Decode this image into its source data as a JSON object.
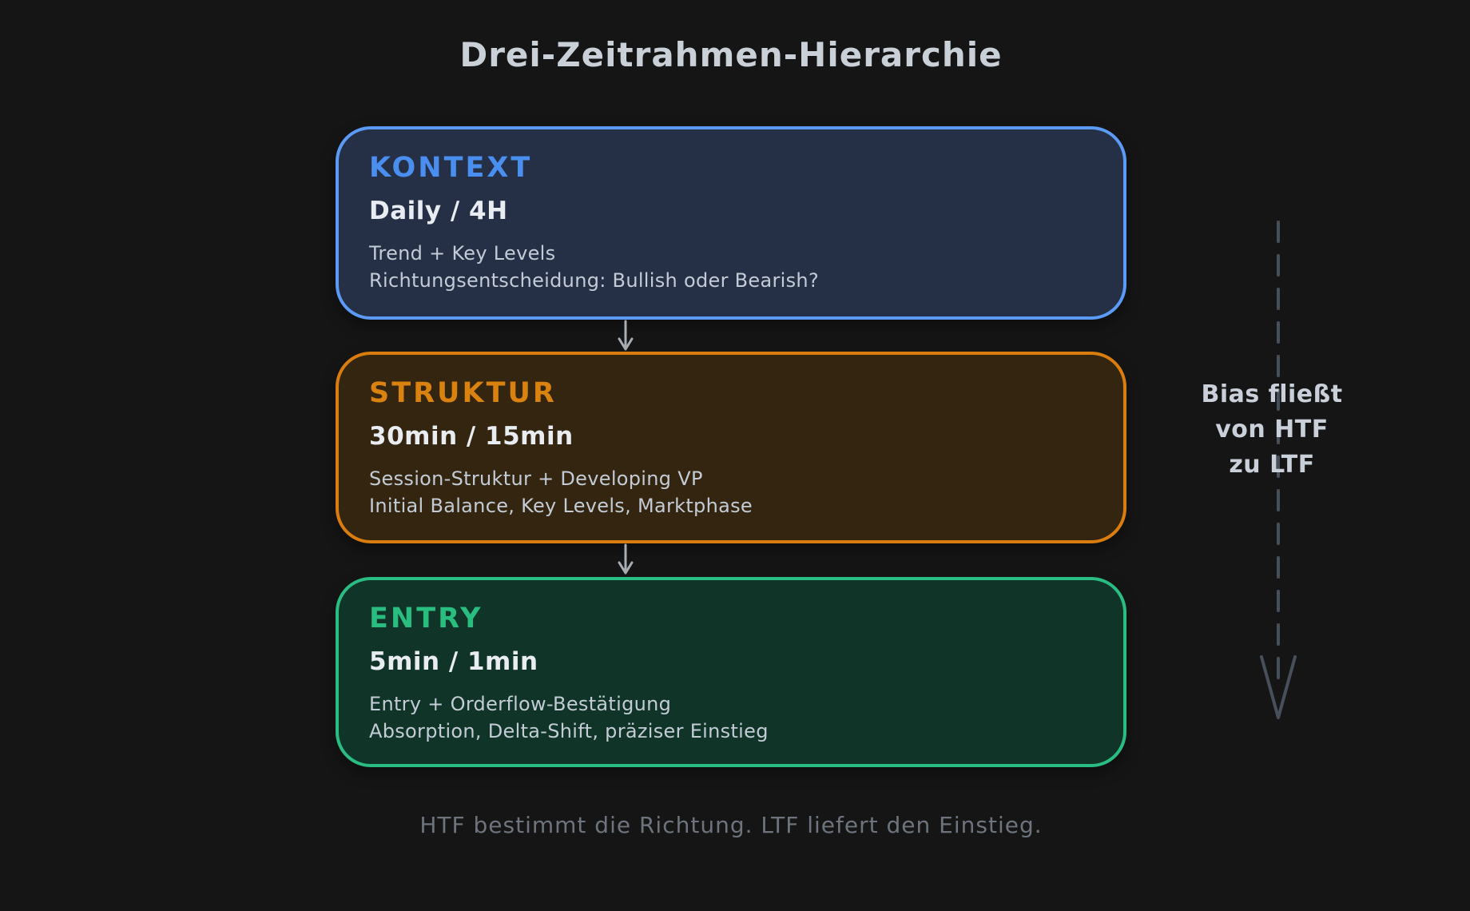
{
  "page": {
    "title": "Drei-Zeitrahmen-Hierarchie",
    "footer": "HTF bestimmt die Richtung. LTF liefert den Einstieg.",
    "background": "#151515"
  },
  "boxes": [
    {
      "label": "KONTEXT",
      "timeframe": "Daily / 4H",
      "desc_line1": "Trend + Key Levels",
      "desc_line2": "Richtungsentscheidung: Bullish oder Bearish?",
      "border_color": "#5b9bf5",
      "fill_color": "#253046",
      "label_color": "#4a8ff0"
    },
    {
      "label": "STRUKTUR",
      "timeframe": "30min / 15min",
      "desc_line1": "Session-Struktur + Developing VP",
      "desc_line2": "Initial Balance, Key Levels, Marktphase",
      "border_color": "#d97d0e",
      "fill_color": "#33250f",
      "label_color": "#d9820f"
    },
    {
      "label": "ENTRY",
      "timeframe": "5min / 1min",
      "desc_line1": "Entry + Orderflow-Bestätigung",
      "desc_line2": "Absorption, Delta-Shift, präziser Einstieg",
      "border_color": "#29bd84",
      "fill_color": "#103427",
      "label_color": "#29bd7f"
    }
  ],
  "side_note": {
    "line1": "Bias fließt",
    "line2": "von HTF",
    "line3": "zu LTF"
  },
  "colors": {
    "title_text": "#c9d0d8",
    "timeframe_text": "#e9edf2",
    "desc_text": "#c3ccd6",
    "flow_arrow": "#a9aeb5",
    "bias_arrow": "#47505a",
    "bias_text": "#c9d0d9",
    "footer_text": "#6d747d"
  }
}
